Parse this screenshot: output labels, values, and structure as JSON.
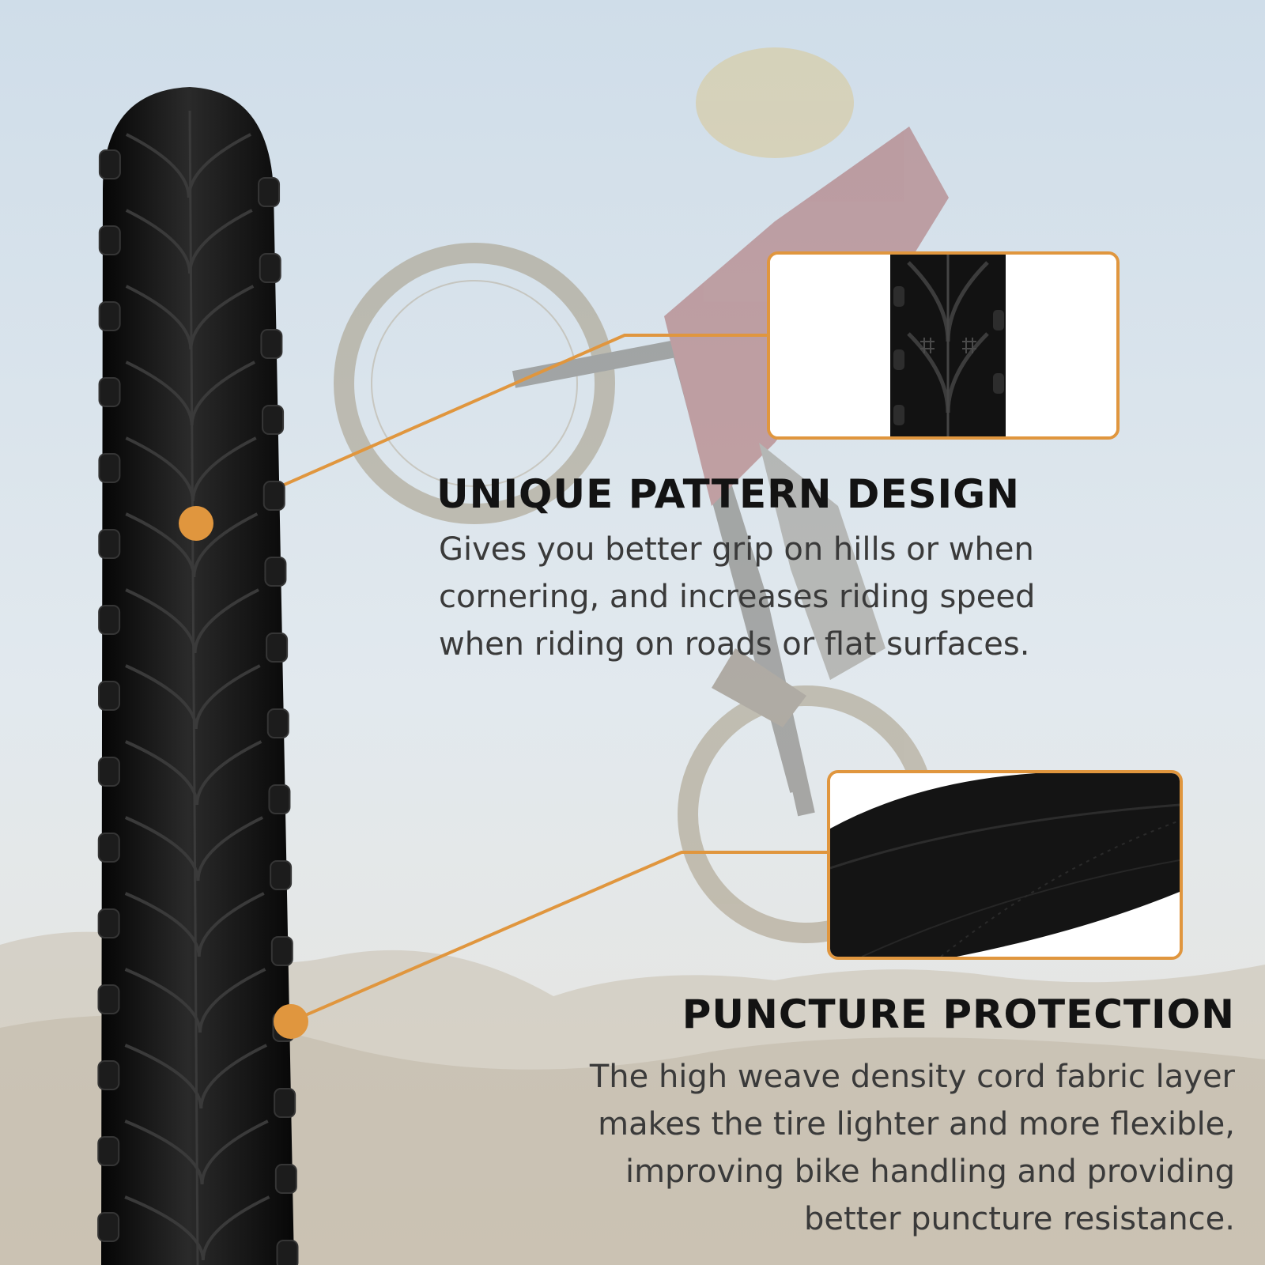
{
  "features": [
    {
      "heading": "UNIQUE PATTERN DESIGN",
      "lines": [
        "Gives you better grip on hills or when",
        "cornering, and increases riding speed",
        "when riding on roads or flat surfaces."
      ]
    },
    {
      "heading": "PUNCTURE PROTECTION",
      "lines": [
        "The high weave density cord fabric layer",
        "makes the tire lighter and more flexible,",
        "improving bike handling and providing",
        "better puncture resistance."
      ]
    }
  ],
  "colors": {
    "accent": "#e0963e",
    "heading": "#131313",
    "body": "#3a3a3a",
    "tire": "#111111"
  },
  "icons": [
    "tire-photo",
    "rider-photo",
    "tread-closeup",
    "cord-layer-closeup",
    "callout-dot"
  ]
}
